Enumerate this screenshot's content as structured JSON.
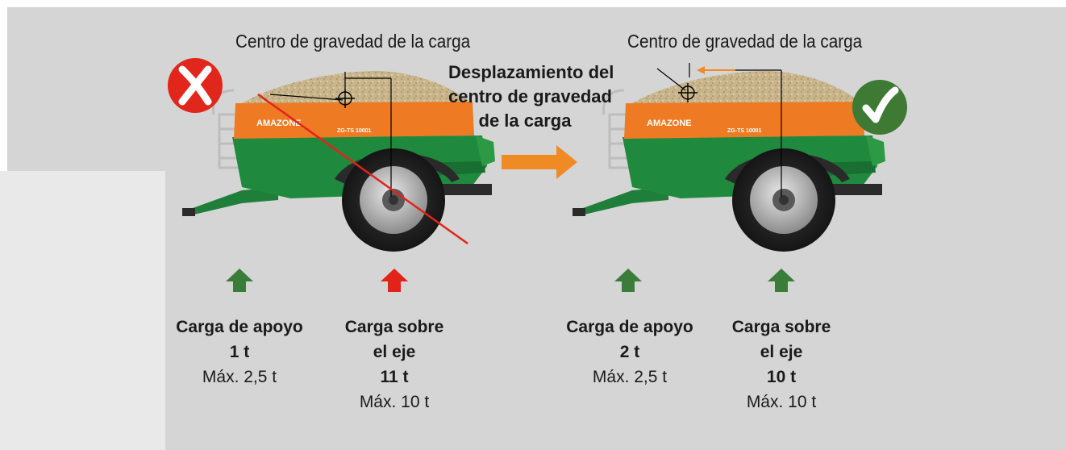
{
  "header": {
    "cg_left": "Centro de gravedad de la carga",
    "cg_right": "Centro de gravedad de la carga"
  },
  "middle": {
    "line1": "Desplazamiento del",
    "line2": "centro de gravedad",
    "line3": "de la carga"
  },
  "brand": {
    "name": "AMAZONE",
    "model": "ZG-TS 10001"
  },
  "loads": {
    "left_support": {
      "title": "Carga de apoyo",
      "value": "1 t",
      "max": "Máx. 2,5 t"
    },
    "left_axle": {
      "title1": "Carga sobre",
      "title2": "el eje",
      "value": "11 t",
      "max": "Máx. 10 t"
    },
    "right_support": {
      "title": "Carga de apoyo",
      "value": "2 t",
      "max": "Máx. 2,5 t"
    },
    "right_axle": {
      "title1": "Carga sobre",
      "title2": "el eje",
      "value": "10 t",
      "max": "Máx. 10 t"
    }
  },
  "status": {
    "left": "cross-icon",
    "right": "checkmark-icon"
  },
  "colors": {
    "background": "#d4d5d4",
    "green_arrow": "#3a7d3a",
    "red_arrow": "#e2231a",
    "orange_arrow": "#f08a24",
    "ok_badge": "#3f7a34",
    "error_badge": "#e1261c",
    "hopper_green": "#1f8a3e",
    "hopper_orange": "#ee7b23"
  }
}
